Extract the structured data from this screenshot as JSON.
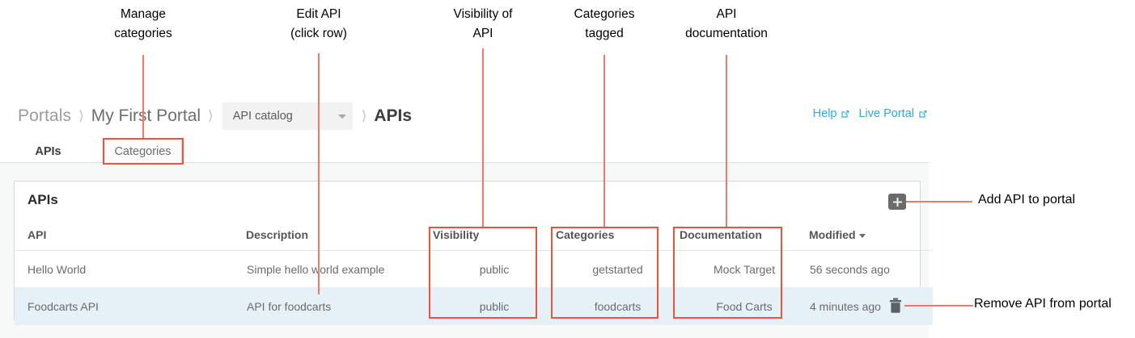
{
  "annotations": {
    "top": [
      {
        "text": "Manage\ncategories",
        "name": "annotation-manage-categories"
      },
      {
        "text": "Edit API\n(click row)",
        "name": "annotation-edit-api"
      },
      {
        "text": "Visibility of\nAPI",
        "name": "annotation-visibility"
      },
      {
        "text": "Categories\ntagged",
        "name": "annotation-categories-tagged"
      },
      {
        "text": "API\ndocumentation",
        "name": "annotation-api-documentation"
      }
    ],
    "side": [
      {
        "text": "Add API to portal",
        "name": "annotation-add-api"
      },
      {
        "text": "Remove API from portal",
        "name": "annotation-remove-api"
      }
    ],
    "accent_color": "#f0503c",
    "line_color": "#f4776a"
  },
  "breadcrumb": {
    "root": "Portals",
    "portal": "My First Portal",
    "separator": "❯",
    "catalog_select": {
      "value": "API catalog",
      "icon": "chevron-down-icon"
    },
    "current": "APIs"
  },
  "header": {
    "links": [
      {
        "label": "Help",
        "icon": "external-link-icon"
      },
      {
        "label": "Live Portal",
        "icon": "external-link-icon"
      }
    ],
    "link_color": "#2daae1"
  },
  "tabs": [
    {
      "label": "APIs",
      "active": true
    },
    {
      "label": "Categories",
      "active": false
    }
  ],
  "card": {
    "title": "APIs",
    "add_button": {
      "icon": "plus-icon",
      "label": "+"
    },
    "remove_button": {
      "icon": "trash-icon"
    }
  },
  "table": {
    "columns": [
      {
        "label": "API",
        "key": "api"
      },
      {
        "label": "Description",
        "key": "description"
      },
      {
        "label": "Visibility",
        "key": "visibility"
      },
      {
        "label": "Categories",
        "key": "categories"
      },
      {
        "label": "Documentation",
        "key": "documentation"
      },
      {
        "label": "Modified",
        "key": "modified",
        "sorted": "desc",
        "sort_icon": "caret-down-icon"
      }
    ],
    "rows": [
      {
        "api": "Hello World",
        "description": "Simple hello world example",
        "visibility": "public",
        "categories": "getstarted",
        "documentation": "Mock Target",
        "modified": "56 seconds ago",
        "selected": false
      },
      {
        "api": "Foodcarts API",
        "description": "API for foodcarts",
        "visibility": "public",
        "categories": "foodcarts",
        "documentation": "Food Carts",
        "modified": "4 minutes ago",
        "selected": true
      }
    ]
  }
}
